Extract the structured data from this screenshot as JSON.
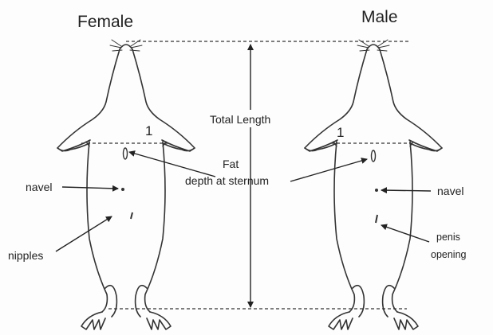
{
  "female": {
    "title": "Female",
    "mark": "1",
    "navel_label": "navel",
    "nipples_label": "nipples"
  },
  "male": {
    "title": "Male",
    "mark": "1",
    "navel_label": "navel",
    "penis_label_line1": "penis",
    "penis_label_line2": "opening"
  },
  "measures": {
    "total_length_label": "Total Length",
    "fat_label_line1": "Fat",
    "fat_label_line2": "depth at sternum"
  }
}
